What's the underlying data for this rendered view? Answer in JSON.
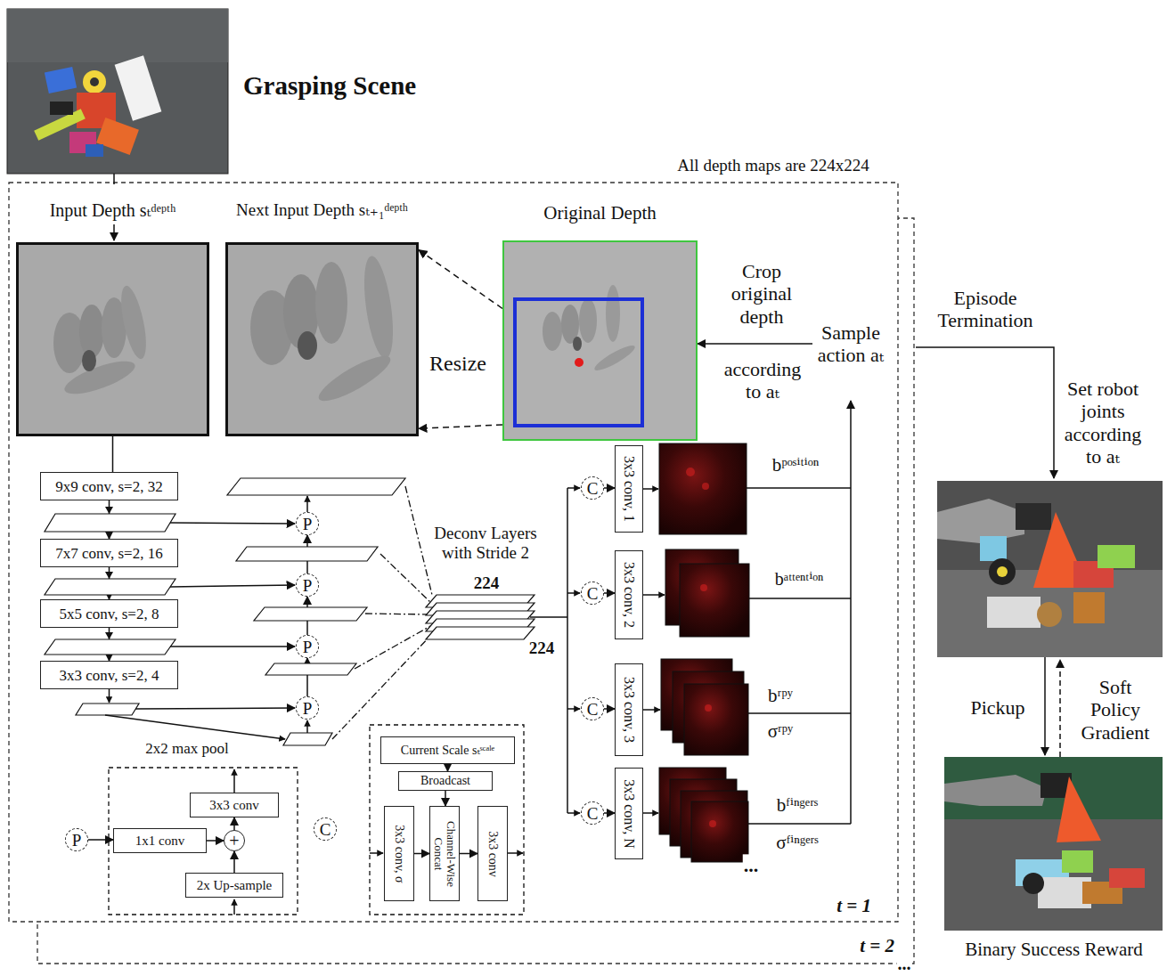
{
  "diagram": {
    "title": "Grasping Scene",
    "nodes": [
      {
        "text": [
          "t = 2"
        ]
      },
      {
        "text": [
          "t = 1"
        ]
      },
      {
        "text": [
          "Input Depth sₜᵈᵉᵖᵗʰ"
        ],
        "in": 1
      },
      {
        "text": [
          "Next Input Depth sₜ₊₁ᵈᵉᵖᵗʰ"
        ],
        "in": 1
      },
      {
        "text": [
          "Original Depth"
        ],
        "in": 1
      },
      {
        "text": [
          "Sample action aₜ"
        ],
        "in": 1
      },
      {
        "text": [
          "9x9 conv, s=2, 32"
        ],
        "in": 1
      },
      {
        "text": [
          "7x7 conv, s=2, 16"
        ],
        "in": 1
      },
      {
        "text": [
          "5x5 conv, s=2, 8"
        ],
        "in": 1
      },
      {
        "text": [
          "3x3 conv, s=2, 4"
        ],
        "in": 1
      },
      {
        "text": [
          "P"
        ],
        "in": 1
      },
      {
        "text": [
          "P"
        ],
        "in": 1
      },
      {
        "text": [
          "P"
        ],
        "in": 1
      },
      {
        "text": [
          "P"
        ],
        "in": 1
      },
      {
        "text": [
          "C"
        ],
        "in": 1
      },
      {
        "text": [
          "C"
        ],
        "in": 1
      },
      {
        "text": [
          "C"
        ],
        "in": 1
      },
      {
        "text": [
          "C"
        ],
        "in": 1
      },
      {
        "text": [
          "3x3 conv, 1"
        ],
        "in": 1
      },
      {
        "text": [
          "3x3 conv, 2"
        ],
        "in": 1
      },
      {
        "text": [
          "3x3 conv, 3"
        ],
        "in": 1
      },
      {
        "text": [
          "3x3 conv, N"
        ],
        "in": 1
      },
      {
        "text": [
          "P"
        ],
        "in": 1
      },
      {
        "text": [
          "1x1 conv"
        ],
        "in": 1
      },
      {
        "text": [
          "3x3 conv"
        ],
        "in": 1
      },
      {
        "text": [
          "+"
        ],
        "in": 1
      },
      {
        "text": [
          "2x Up-sample"
        ],
        "in": 1
      },
      {
        "text": [
          "C"
        ],
        "in": 1
      },
      {
        "text": [
          "Current Scale sₜˢᶜᵃˡᵉ"
        ],
        "in": 1
      },
      {
        "text": [
          "Broadcast"
        ],
        "in": 1
      },
      {
        "text": [
          "3x3 conv, σ"
        ],
        "in": 1
      },
      {
        "text": [
          "Channel-Wise Concat"
        ],
        "in": 1
      },
      {
        "text": [
          "3x3 conv"
        ],
        "in": 1
      }
    ],
    "edges": [
      {
        "from": 2,
        "to": 6,
        "arrow": "none"
      },
      {
        "from": 6,
        "to": 7,
        "arrow": "to"
      },
      {
        "from": 7,
        "to": 8,
        "arrow": "to"
      },
      {
        "from": 8,
        "to": 9,
        "arrow": "to"
      },
      {
        "from": 13,
        "to": 12,
        "arrow": "to"
      },
      {
        "from": 12,
        "to": 11,
        "arrow": "to"
      },
      {
        "from": 11,
        "to": 10,
        "arrow": "to"
      },
      {
        "from": 5,
        "to": 4,
        "label": "Crop original depth",
        "arrow": "to"
      },
      {
        "from": 4,
        "to": 3,
        "arrow": "to"
      },
      {
        "from": 4,
        "to": 3,
        "arrow": "to"
      },
      {
        "from": 14,
        "to": 18,
        "arrow": "to"
      },
      {
        "from": 15,
        "to": 19,
        "arrow": "to"
      },
      {
        "from": 16,
        "to": 20,
        "arrow": "to"
      },
      {
        "from": 17,
        "to": 21,
        "arrow": "to"
      },
      {
        "from": 22,
        "to": 23,
        "arrow": "to"
      },
      {
        "from": 23,
        "to": 25,
        "arrow": "to"
      },
      {
        "from": 26,
        "to": 25,
        "arrow": "to"
      },
      {
        "from": 25,
        "to": 24,
        "arrow": "to"
      },
      {
        "from": 28,
        "to": 29,
        "arrow": "to"
      },
      {
        "from": 29,
        "to": 31,
        "arrow": "to"
      },
      {
        "from": 30,
        "to": 31,
        "arrow": "to"
      },
      {
        "from": 31,
        "to": 32,
        "arrow": "to"
      }
    ],
    "labels": [
      "All depth maps are 224x224",
      "Resize",
      "according to aₜ",
      "2x2 max pool",
      "Deconv Layers with Stride 2",
      "224",
      "224",
      "bᵖᵒˢⁱᵗⁱᵒⁿ",
      "bᵃᵗᵗᵉⁿᵗⁱᵒⁿ",
      "bʳᵖʸ",
      "σʳᵖʸ",
      "bᶠⁱⁿᵍᵉʳˢ",
      "σᶠⁱⁿᵍᵉʳˢ",
      "...",
      "Episode Termination",
      "Set robot joints according to aₜ",
      "Pickup",
      "Soft Policy Gradient",
      "Binary Success Reward",
      "..."
    ]
  }
}
